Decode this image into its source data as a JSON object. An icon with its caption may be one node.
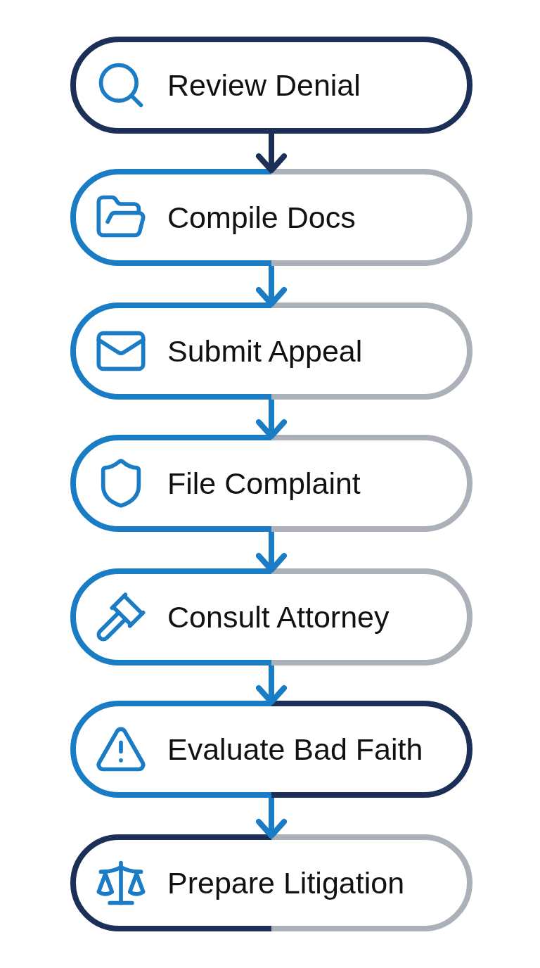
{
  "diagram": {
    "nodes": [
      {
        "text": [
          "Review Denial"
        ]
      },
      {
        "text": [
          "Compile Docs"
        ]
      },
      {
        "text": [
          "Submit Appeal"
        ]
      },
      {
        "text": [
          "File Complaint"
        ]
      },
      {
        "text": [
          "Consult Attorney"
        ]
      },
      {
        "text": [
          "Evaluate Bad Faith"
        ]
      },
      {
        "text": [
          "Prepare Litigation"
        ]
      }
    ],
    "edges": [
      {
        "from": 0,
        "to": 1,
        "arrow": "to",
        "color": "#1b2f57"
      },
      {
        "from": 1,
        "to": 2,
        "arrow": "to"
      },
      {
        "from": 2,
        "to": 3,
        "arrow": "to"
      },
      {
        "from": 3,
        "to": 4,
        "arrow": "to"
      },
      {
        "from": 4,
        "to": 5,
        "arrow": "to"
      },
      {
        "from": 5,
        "to": 6,
        "arrow": "to"
      }
    ]
  }
}
